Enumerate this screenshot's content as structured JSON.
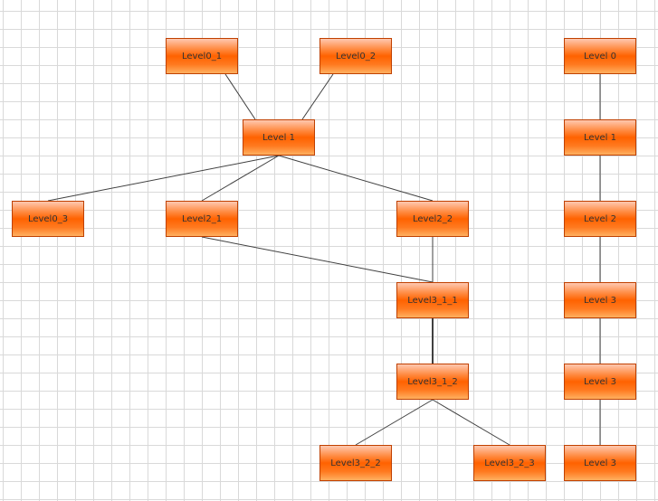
{
  "nodes": {
    "level0_1": "Level0_1",
    "level0_2": "Level0_2",
    "level1": "Level 1",
    "level0_3": "Level0_3",
    "level2_1": "Level2_1",
    "level2_2": "Level2_2",
    "level3_1_1": "Level3_1_1",
    "level3_1_2": "Level3_1_2",
    "level3_2_2": "Level3_2_2",
    "level3_2_3": "Level3_2_3",
    "right0": "Level 0",
    "right1": "Level 1",
    "right2": "Level 2",
    "right3": "Level 3",
    "right4": "Level 3",
    "right5": "Level 3"
  },
  "colors": {
    "node_fill": "#ff6600",
    "node_border": "#c04000",
    "edge": "#404040",
    "grid": "#d9d9d9"
  }
}
